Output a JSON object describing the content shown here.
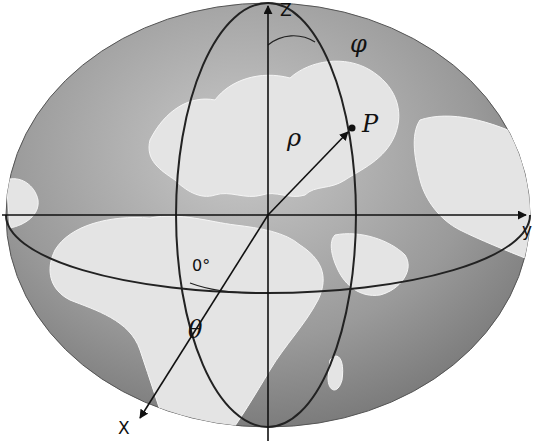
{
  "diagram": {
    "labels": [
      "Z",
      "φ",
      "P",
      "ρ",
      "y",
      "0°",
      "θ",
      "X"
    ]
  }
}
